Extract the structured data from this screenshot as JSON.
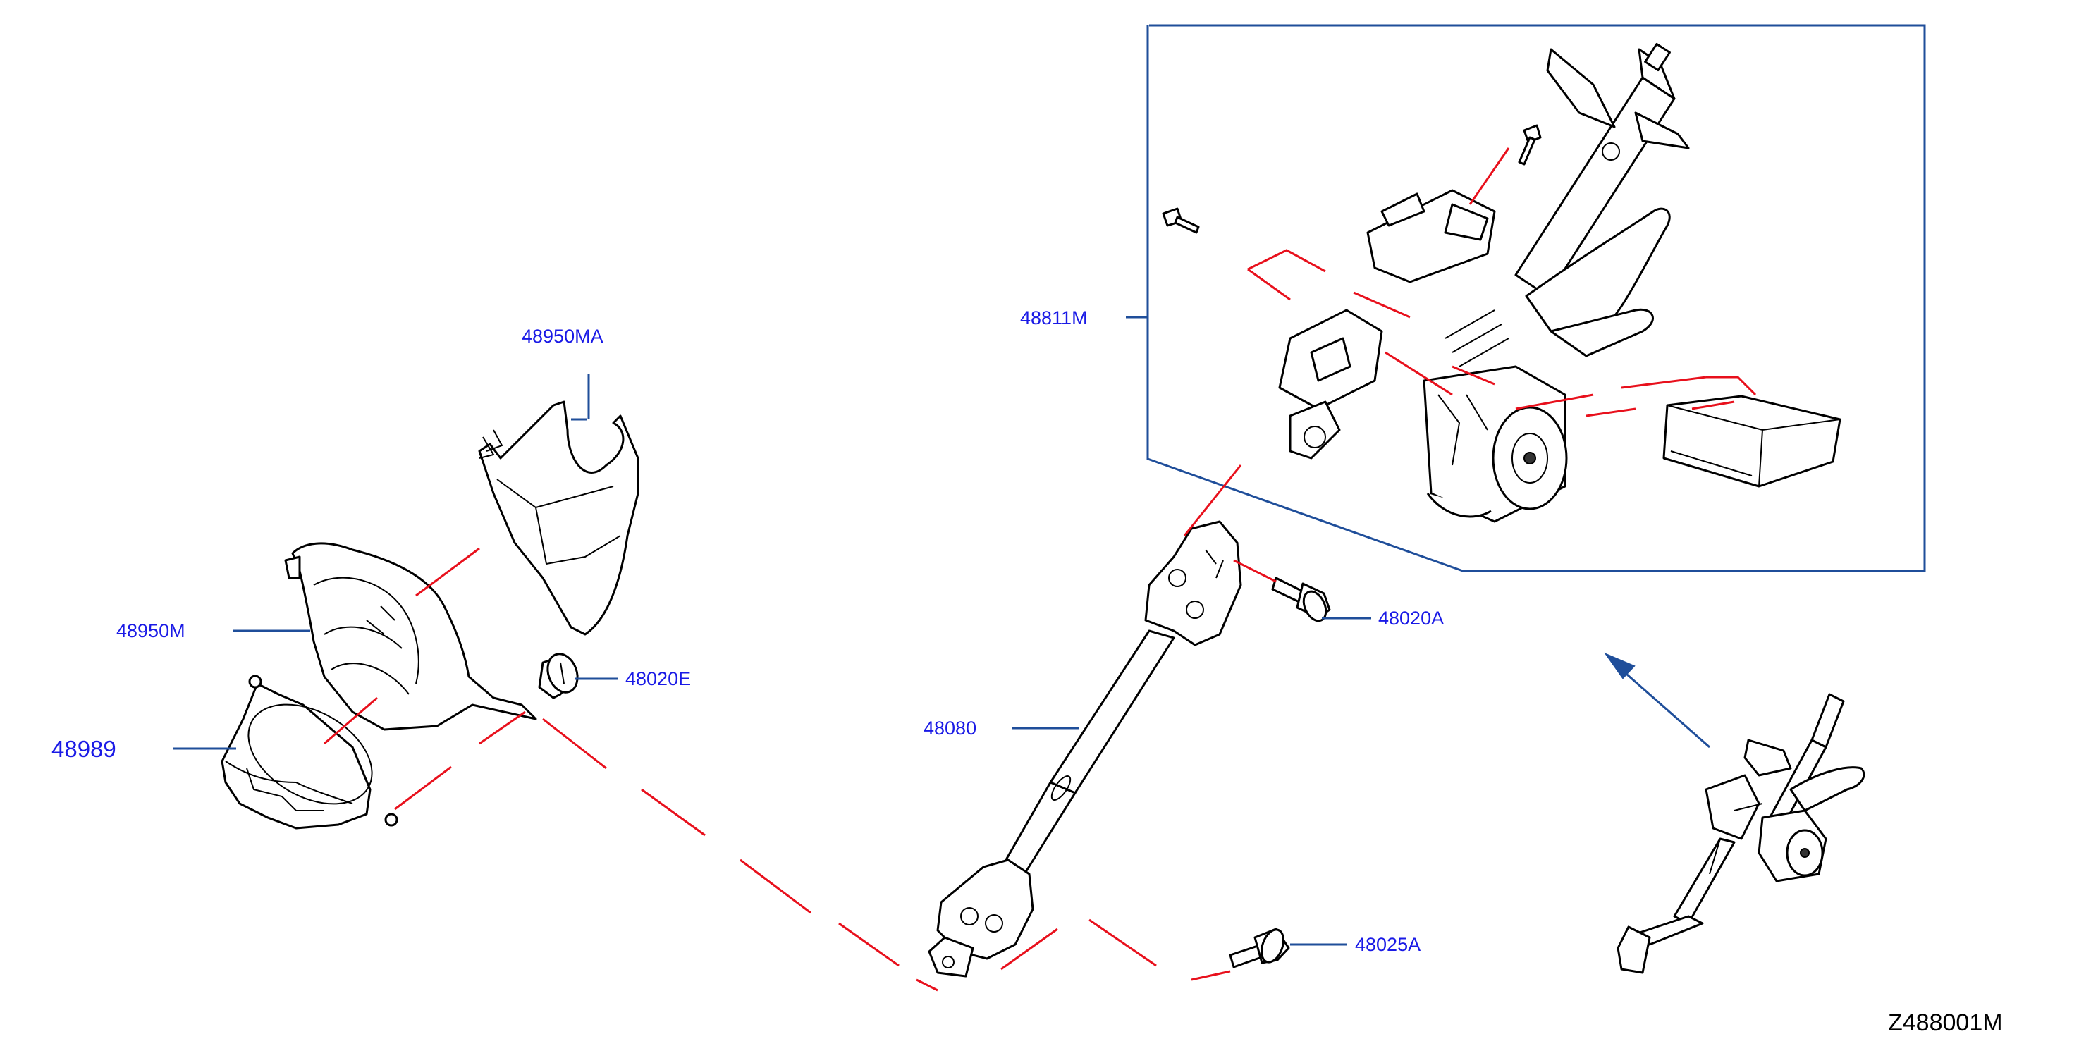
{
  "labels": {
    "p48811M": "48811M",
    "p48950MA": "48950MA",
    "p48950M": "48950M",
    "p48020E": "48020E",
    "p48989": "48989",
    "p48020A": "48020A",
    "p48080": "48080",
    "p48025A": "48025A",
    "diagram_code": "Z488001M"
  },
  "colors": {
    "label_text": "#1a1ae6",
    "leader_line": "#1f4e9a",
    "callout_line": "#e8101c",
    "part_outline": "#000000"
  }
}
